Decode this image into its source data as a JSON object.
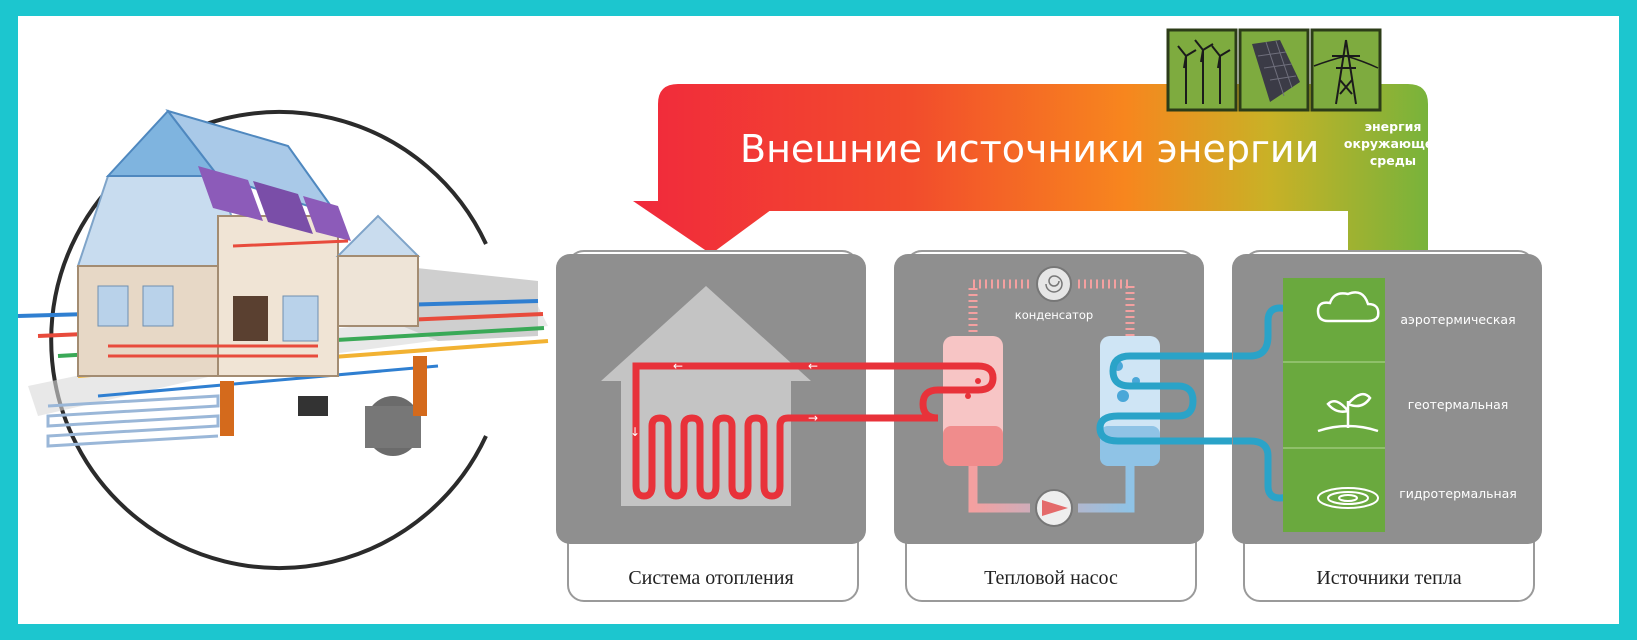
{
  "banner": {
    "title": "Внешние источники энергии",
    "env_energy": [
      "энергия",
      "окружающей",
      "среды"
    ]
  },
  "pump": {
    "condenser_label": "конденсатор"
  },
  "panels": {
    "heating": "Система отопления",
    "pump": "Тепловой насос",
    "sources": "Источники тепла"
  },
  "sources": [
    {
      "label": "аэротермическая",
      "icon": "cloud-icon"
    },
    {
      "label": "геотермальная",
      "icon": "sprout-icon"
    },
    {
      "label": "гидротермальная",
      "icon": "water-ripple-icon"
    }
  ],
  "energy_icons": [
    "wind-turbines-icon",
    "solar-panels-icon",
    "power-line-icon"
  ],
  "colors": {
    "frame": "#1cc6cf",
    "arrow_start": "#f13a3c",
    "arrow_mid": "#f7821f",
    "arrow_end": "#7bb43a",
    "panel_gray": "#8e8e8e",
    "hot_pipe": "#e8323a",
    "cold_pipe": "#2aa3c8",
    "source_green": "#6aa93e"
  }
}
